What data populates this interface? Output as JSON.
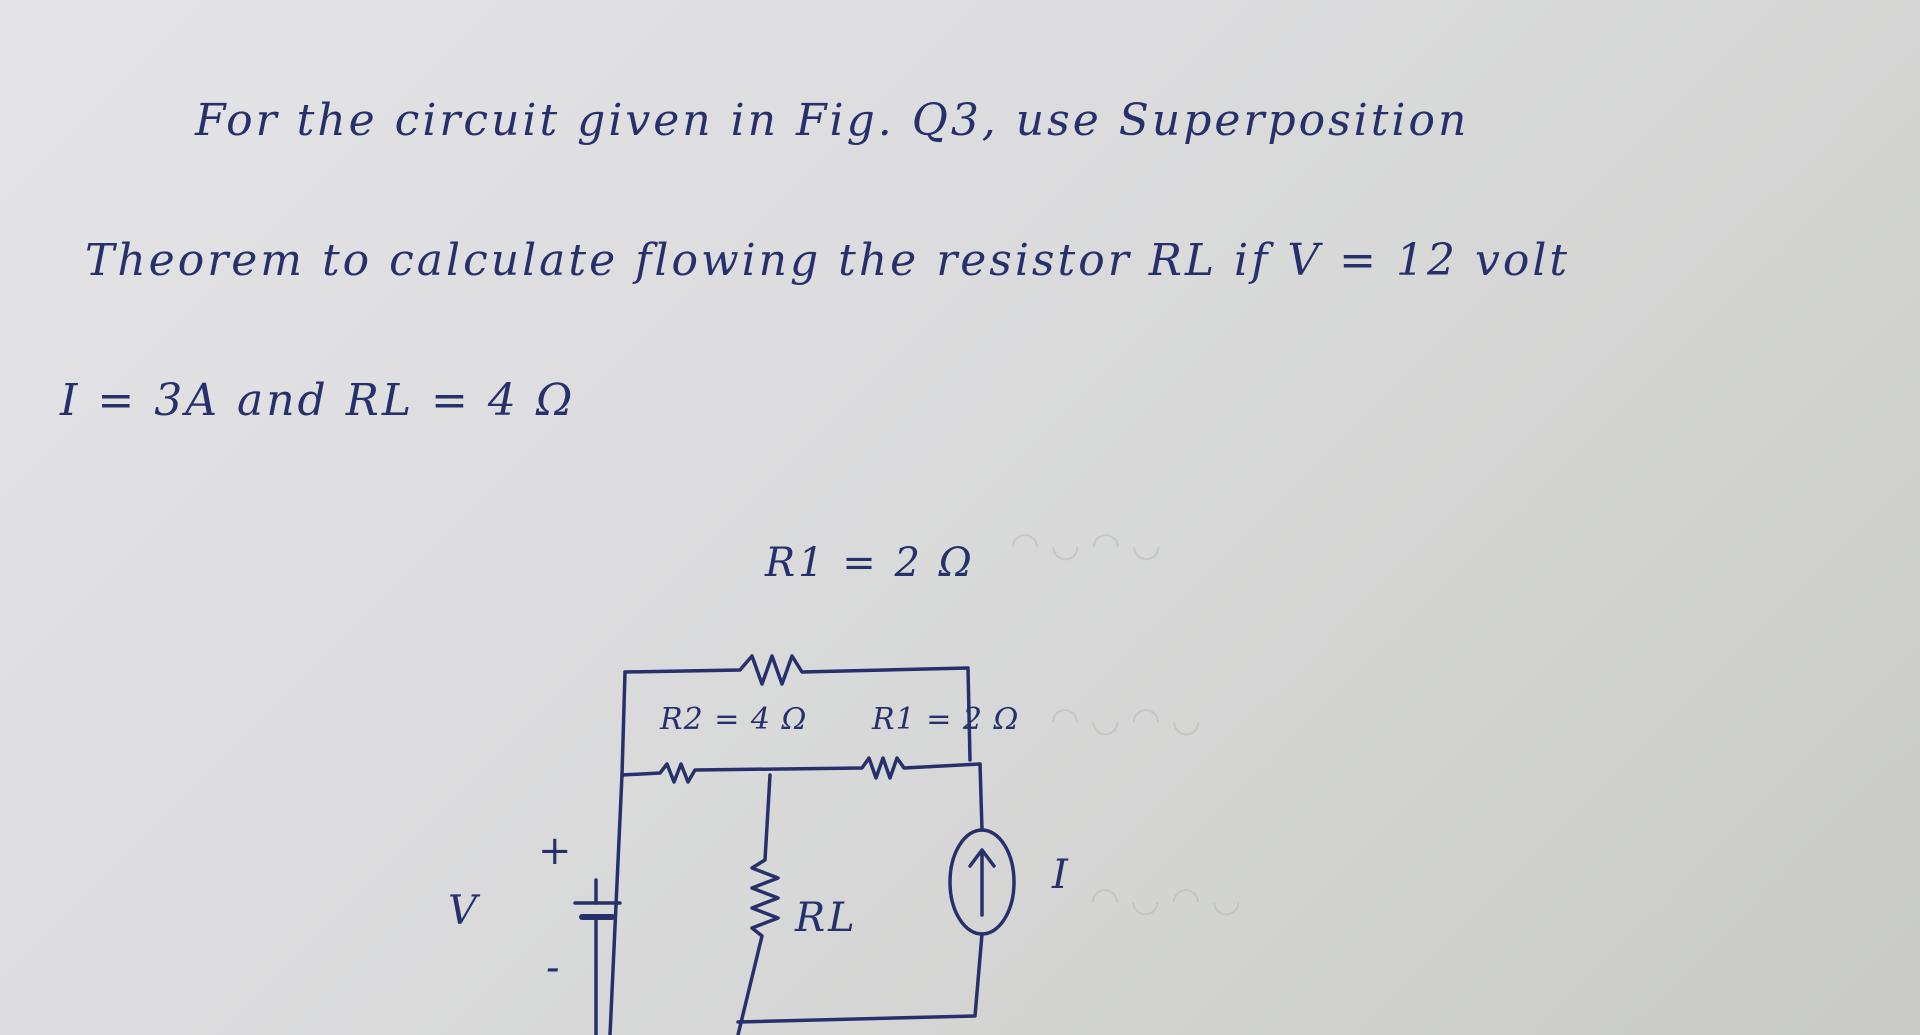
{
  "problem": {
    "line1": "For the circuit given in Fig. Q3, use Superposition",
    "line2": "Theorem to calculate flowing the resistor RL if V = 12 volt",
    "line3": "I = 3A and RL = 4 Ω"
  },
  "circuit": {
    "top_resistor_label": "R1 = 2 Ω",
    "left_inner_resistor_label": "R2 = 4 Ω",
    "right_inner_resistor_label": "R1 = 2 Ω",
    "load_resistor_label": "RL",
    "voltage_label": "V",
    "plus_sign": "+",
    "minus_sign": "-",
    "current_label": "I"
  },
  "colors": {
    "ink": "#27306a",
    "paper": "#dcdcde"
  }
}
